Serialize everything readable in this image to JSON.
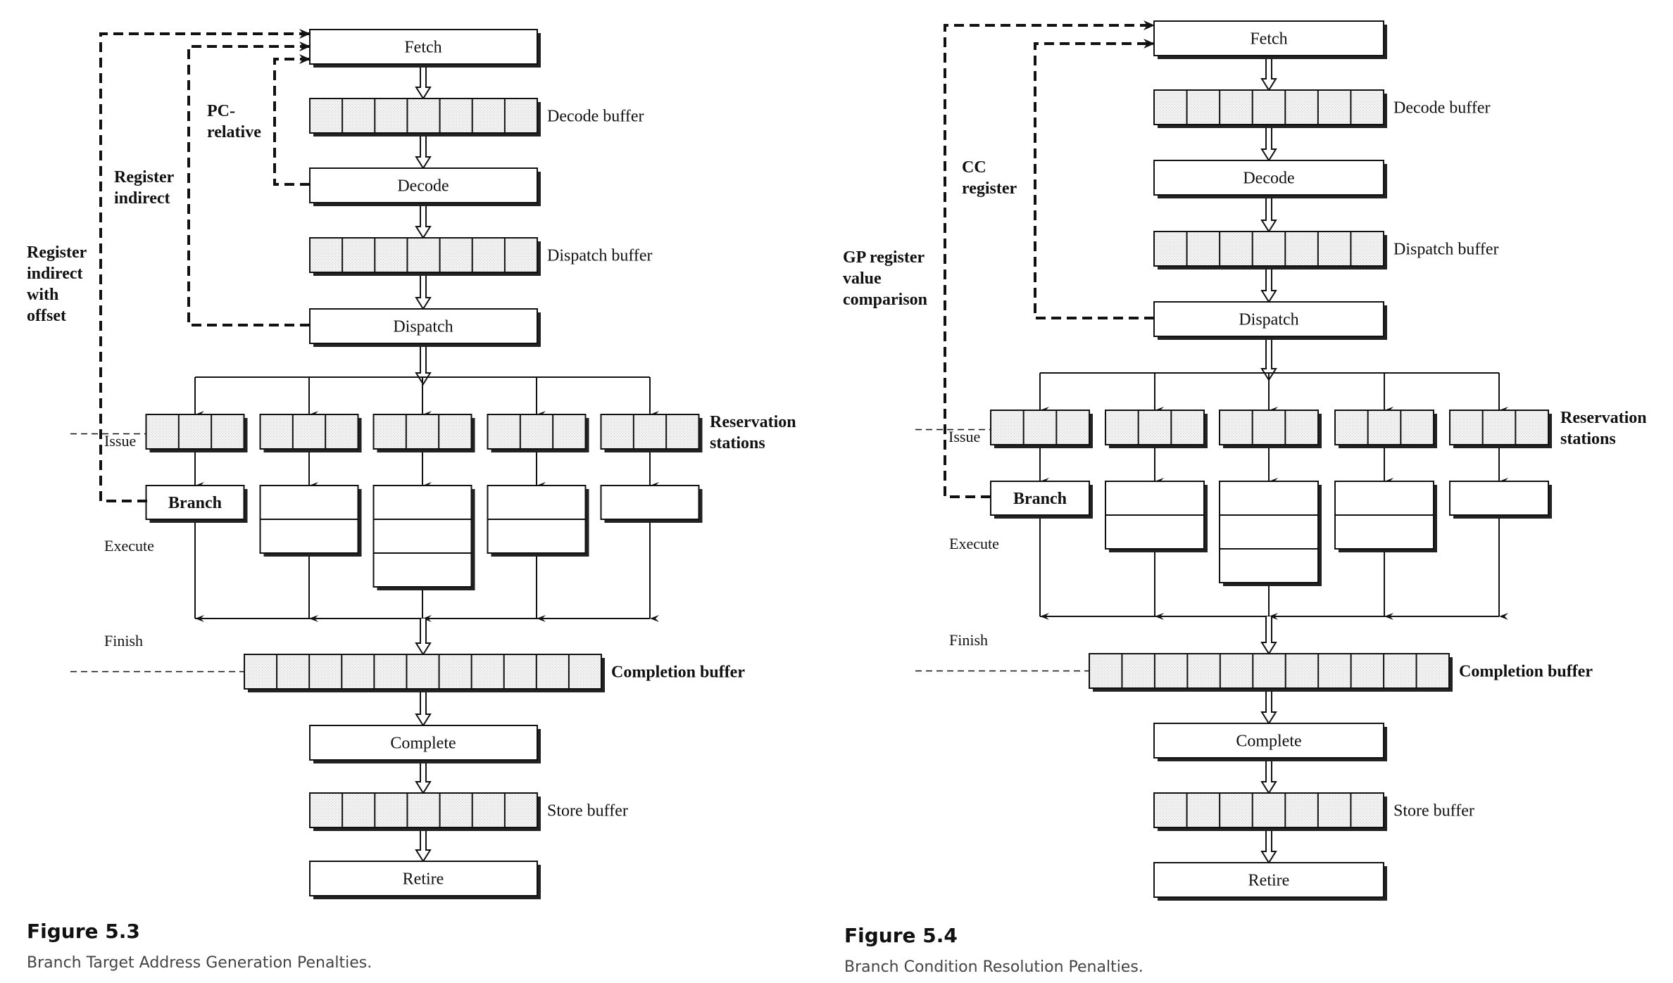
{
  "figures": [
    {
      "id": "fig-5-3",
      "caption_title": "Figure 5.3",
      "caption_text": "Branch Target Address Generation Penalties.",
      "stages": {
        "fetch": "Fetch",
        "decode": "Decode",
        "dispatch": "Dispatch",
        "complete": "Complete",
        "retire": "Retire",
        "branch": "Branch"
      },
      "buffers": {
        "decode_buffer": "Decode buffer",
        "dispatch_buffer": "Dispatch buffer",
        "reservation_stations": [
          "Reservation",
          "stations"
        ],
        "completion_buffer": "Completion buffer",
        "store_buffer": "Store buffer"
      },
      "phase_labels": {
        "issue": "Issue",
        "execute": "Execute",
        "finish": "Finish"
      },
      "feedback_paths": [
        {
          "label": [
            "PC-",
            "relative"
          ],
          "from": "Decode",
          "to": "Fetch"
        },
        {
          "label": [
            "Register",
            "indirect"
          ],
          "from": "Dispatch",
          "to": "Fetch"
        },
        {
          "label": [
            "Register",
            "indirect",
            "with",
            "offset"
          ],
          "from": "Branch",
          "to": "Fetch"
        }
      ],
      "buffer_cells": {
        "decode": 7,
        "dispatch": 7,
        "reservation_station": 3,
        "completion": 11,
        "store": 7
      },
      "execution_units": 5,
      "execution_unit_stages": [
        1,
        2,
        3,
        2,
        1
      ]
    },
    {
      "id": "fig-5-4",
      "caption_title": "Figure 5.4",
      "caption_text": "Branch Condition Resolution Penalties.",
      "stages": {
        "fetch": "Fetch",
        "decode": "Decode",
        "dispatch": "Dispatch",
        "complete": "Complete",
        "retire": "Retire",
        "branch": "Branch"
      },
      "buffers": {
        "decode_buffer": "Decode buffer",
        "dispatch_buffer": "Dispatch buffer",
        "reservation_stations": [
          "Reservation",
          "stations"
        ],
        "completion_buffer": "Completion buffer",
        "store_buffer": "Store buffer"
      },
      "phase_labels": {
        "issue": "Issue",
        "execute": "Execute",
        "finish": "Finish"
      },
      "feedback_paths": [
        {
          "label": [
            "CC",
            "register"
          ],
          "from": "Dispatch",
          "to": "Fetch"
        },
        {
          "label": [
            "GP register",
            "value",
            "comparison"
          ],
          "from": "Branch",
          "to": "Fetch"
        }
      ],
      "buffer_cells": {
        "decode": 7,
        "dispatch": 7,
        "reservation_station": 3,
        "completion": 11,
        "store": 7
      },
      "execution_units": 5,
      "execution_unit_stages": [
        1,
        2,
        3,
        2,
        1
      ]
    }
  ]
}
